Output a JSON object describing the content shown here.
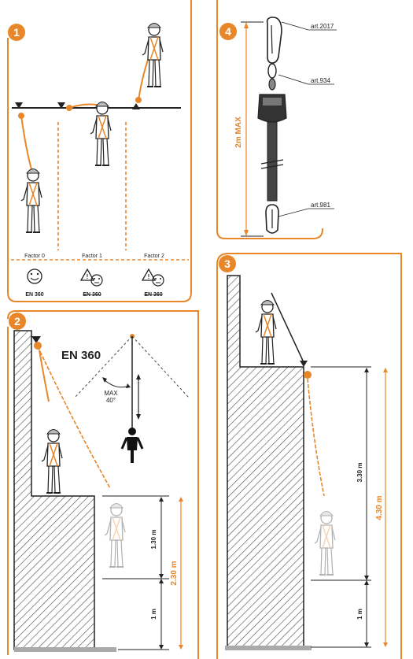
{
  "panels": {
    "p1": {
      "badge": "1",
      "factor_0": "Factor 0",
      "factor_1": "Factor 1",
      "factor_2": "Factor 2",
      "std_0": "EN 360",
      "std_1": "EN 360",
      "std_2": "EN 360"
    },
    "p2": {
      "badge": "2",
      "standard": "EN 360",
      "max_label": "MAX",
      "max_angle": "40°",
      "dim_a": "1.30 m",
      "dim_b": "1 m",
      "dim_total": "2.30 m"
    },
    "p3": {
      "badge": "3",
      "dim_a": "3.30 m",
      "dim_b": "1 m",
      "dim_total": "4.30 m"
    },
    "p4": {
      "badge": "4",
      "max_length": "2m MAX",
      "part_top": "art.2017",
      "part_mid": "art.934",
      "part_bottom": "art.981"
    }
  },
  "colors": {
    "accent": "#e8872a",
    "ink": "#222222",
    "hatch": "#555555",
    "floor": "#aaaaaa"
  }
}
